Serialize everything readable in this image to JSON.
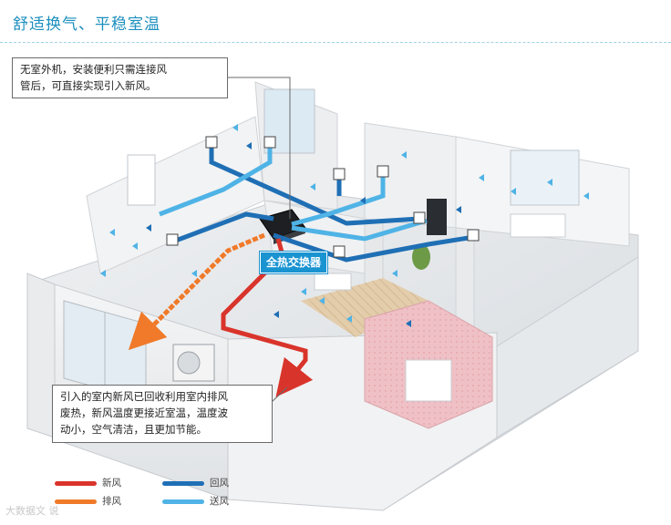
{
  "title": "舒适换气、平稳室温",
  "callouts": {
    "top": [
      "无室外机，安装便利只需连接风",
      "管后，可直接实现引入新风。"
    ],
    "bottom": [
      "引入的室内新风已回收利用室内排风",
      "废热，新风温度更接近室温，温度波",
      "动小，空气清洁，且更加节能。"
    ]
  },
  "unit_label": "全热交换器",
  "legend": [
    {
      "label": "新风",
      "color": "#d9342b"
    },
    {
      "label": "回风",
      "color": "#1f6fb5"
    },
    {
      "label": "排风",
      "color": "#f07a2a"
    },
    {
      "label": "送风",
      "color": "#4fb3e6"
    }
  ],
  "watermark": "大数据文 说"
}
